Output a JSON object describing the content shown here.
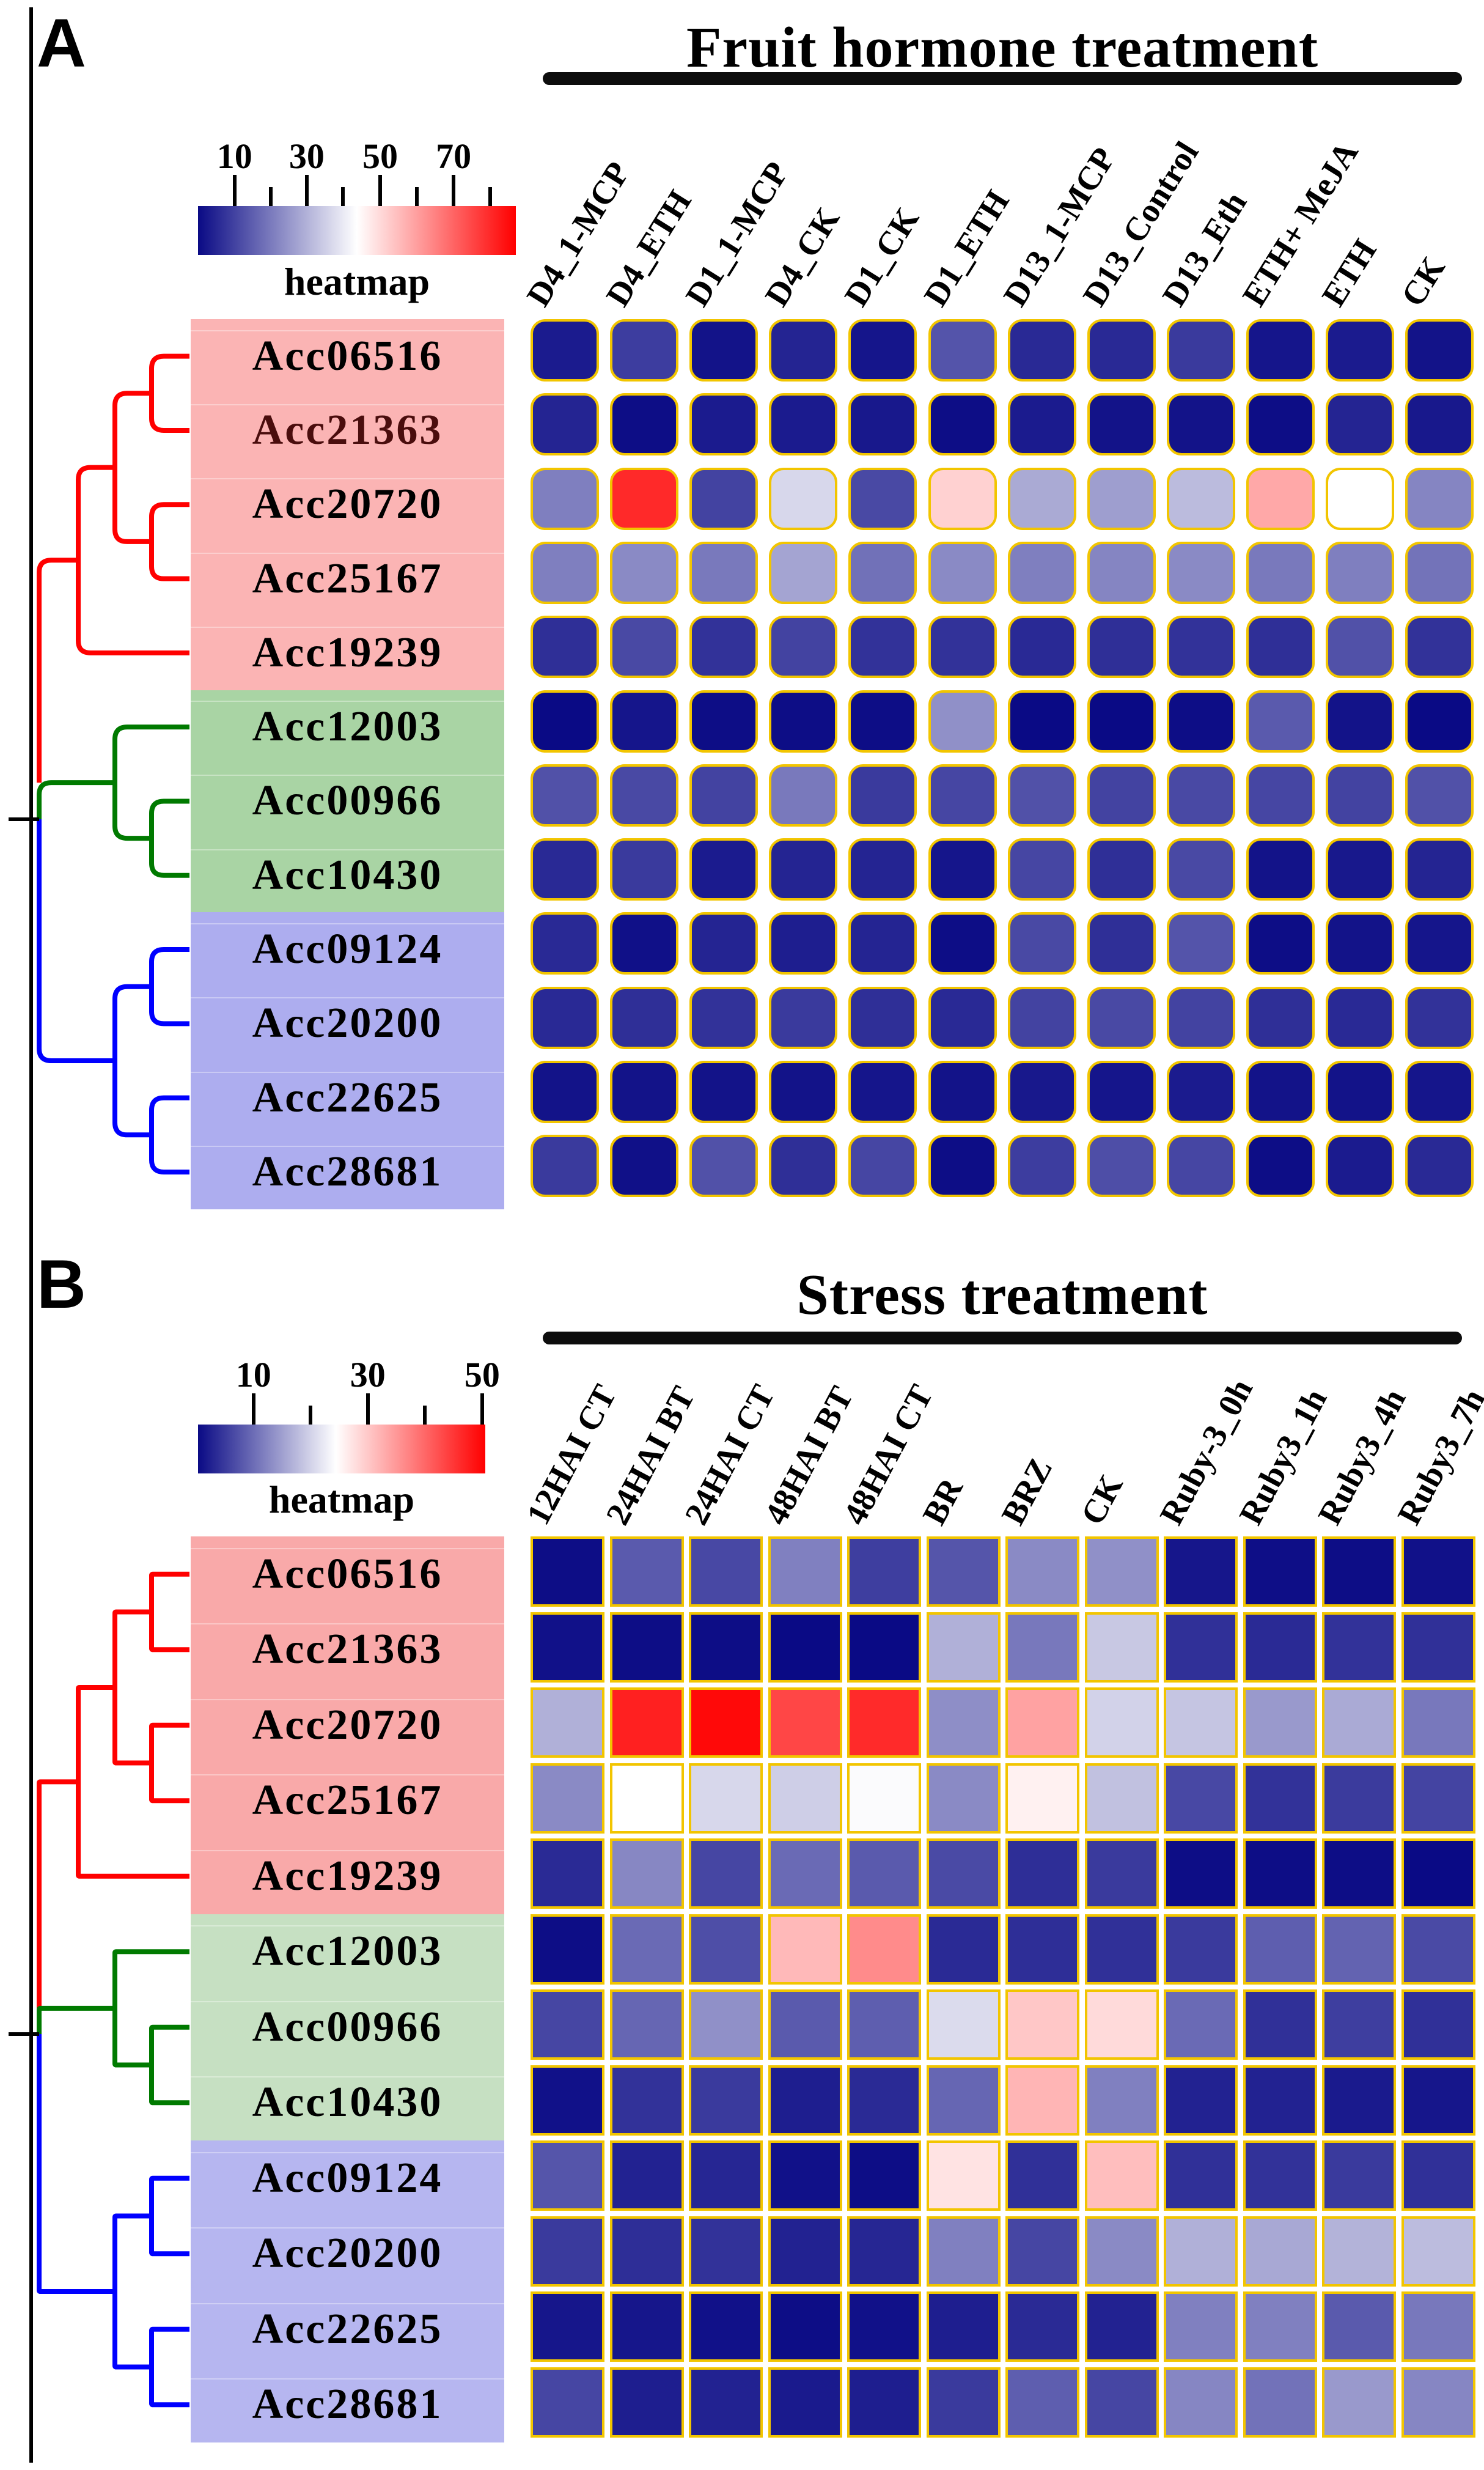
{
  "figure_type": "clustered heatmap figure, two panels",
  "colors": {
    "cell_border": "#F2C500",
    "scale_low": "#0A0A85",
    "scale_mid": "#FFFFFF",
    "scale_high": "#FF0000",
    "root_tick": "#000000"
  },
  "rows_tree": {
    "red_cluster_rows": [
      "Acc06516",
      "Acc21363",
      "Acc20720",
      "Acc25167",
      "Acc19239"
    ],
    "green_cluster_rows": [
      "Acc12003",
      "Acc00966",
      "Acc10430"
    ],
    "blue_cluster_rows": [
      "Acc09124",
      "Acc20200",
      "Acc22625",
      "Acc28681"
    ],
    "topology": "root -> (red, (green, blue)); red=(((Acc06516,Acc21363),(Acc20720,Acc25167)),Acc19239); green=(Acc12003,(Acc00966,Acc10430)); blue=((Acc09124,Acc20200),(Acc22625,Acc28681))"
  },
  "chart_data": [
    {
      "type": "heatmap",
      "panel_label": "A",
      "title": "Fruit hormone treatment",
      "legend_label": "heatmap",
      "legend": {
        "tick_values": [
          10,
          20,
          30,
          40,
          50,
          60,
          70,
          80
        ],
        "tick_pcts": [
          11.5,
          22.9,
          34.2,
          45.6,
          57.3,
          68.8,
          80.4,
          91.9
        ],
        "labeled_values": [
          "10",
          "30",
          "50",
          "70"
        ],
        "labeled_pcts": [
          11.5,
          34.2,
          57.3,
          80.4
        ],
        "value_min": 0,
        "white_point": 43,
        "value_max": 87,
        "white_pct": 50
      },
      "columns": [
        "D4_1-MCP",
        "D4_ETH",
        "D1_1-MCP",
        "D4_CK",
        "D1_CK",
        "D1_ETH",
        "D13_1-MCP",
        "D13_Control",
        "D13_Eth",
        "ETH+ MeJA",
        "ETH",
        "CK"
      ],
      "rows": [
        "Acc06516",
        "Acc21363",
        "Acc20720",
        "Acc25167",
        "Acc19239",
        "Acc12003",
        "Acc00966",
        "Acc10430",
        "Acc09124",
        "Acc20200",
        "Acc22625",
        "Acc28681"
      ],
      "row_label_colors": [
        "#000000",
        "#4A0D0D",
        "#000000",
        "#000000",
        "#000000",
        "#000000",
        "#000000",
        "#000000",
        "#000000",
        "#000000",
        "#000000",
        "#000000"
      ],
      "row_groups": [
        {
          "branch_color": "#FF0000",
          "label_bg": "#FBB4B4",
          "row_count": 5
        },
        {
          "branch_color": "#007A00",
          "label_bg": "#A9D4A4",
          "row_count": 3
        },
        {
          "branch_color": "#0000FF",
          "label_bg": "#ADADEF",
          "row_count": 4
        }
      ],
      "values": [
        [
          3,
          9,
          1.5,
          4.5,
          2,
          13,
          5.5,
          5.5,
          8.5,
          2,
          3,
          1.5
        ],
        [
          4.5,
          0.5,
          3,
          3,
          2.5,
          0.5,
          3,
          1.5,
          1.5,
          0.5,
          4.5,
          2.5
        ],
        [
          20.5,
          80,
          10,
          36,
          11,
          51,
          28,
          26,
          31,
          58,
          43,
          21.5
        ],
        [
          20.5,
          22.5,
          19.5,
          27,
          18,
          22.5,
          20.5,
          21.5,
          22.5,
          19.5,
          20.5,
          18.5
        ],
        [
          6.5,
          11,
          7,
          10,
          7,
          7,
          5.5,
          6.5,
          7,
          6.5,
          12.5,
          7
        ],
        [
          0,
          2,
          0.5,
          0.5,
          0.5,
          23.5,
          0,
          0,
          0.5,
          14,
          1.5,
          0
        ],
        [
          12.5,
          11,
          10,
          19.5,
          8.5,
          10.5,
          12.5,
          10,
          11,
          10.5,
          10,
          12.5
        ],
        [
          5.5,
          8.5,
          3,
          4.5,
          4.5,
          2,
          10.5,
          6.5,
          11,
          1.5,
          2.5,
          4.5
        ],
        [
          5.5,
          1,
          4.5,
          3.5,
          4.5,
          0.5,
          11,
          6.5,
          13,
          0.5,
          1.5,
          2
        ],
        [
          5.5,
          6.5,
          7,
          8.5,
          6.5,
          5.5,
          10,
          11,
          10,
          6.5,
          5.5,
          7
        ],
        [
          1.5,
          1.5,
          1.5,
          1.5,
          2,
          1.5,
          2.5,
          2,
          3,
          1.5,
          1.5,
          2
        ],
        [
          8.5,
          1,
          12.5,
          6.5,
          10.5,
          0.5,
          9,
          12,
          10.5,
          0.5,
          3,
          5.5
        ]
      ]
    },
    {
      "type": "heatmap",
      "panel_label": "B",
      "title": "Stress treatment",
      "legend_label": "heatmap",
      "legend": {
        "tick_values": [
          10,
          20,
          30,
          40,
          50
        ],
        "tick_pcts": [
          19.3,
          39.2,
          59.1,
          79.0,
          98.9
        ],
        "labeled_values": [
          "10",
          "30",
          "50"
        ],
        "labeled_pcts": [
          19.3,
          59.1,
          98.9
        ],
        "value_min": 0,
        "white_point": 27.5,
        "value_max": 55,
        "white_pct": 48
      },
      "columns": [
        "12HAI CT",
        "24HAI BT",
        "24HAI CT",
        "48HAI BT",
        "48HAI CT",
        "BR",
        "BRZ",
        "CK",
        "Ruby-3_0h",
        "Ruby3_1h",
        "Ruby3_4h",
        "Ruby3_7h"
      ],
      "rows": [
        "Acc06516",
        "Acc21363",
        "Acc20720",
        "Acc25167",
        "Acc19239",
        "Acc12003",
        "Acc00966",
        "Acc10430",
        "Acc09124",
        "Acc20200",
        "Acc22625",
        "Acc28681"
      ],
      "row_label_colors": [
        "#000000",
        "#000000",
        "#000000",
        "#000000",
        "#000000",
        "#000000",
        "#000000",
        "#000000",
        "#000000",
        "#000000",
        "#000000",
        "#000000"
      ],
      "row_groups": [
        {
          "branch_color": "#FF0000",
          "label_bg": "#F9A9A9",
          "row_count": 5
        },
        {
          "branch_color": "#007A00",
          "label_bg": "#C6E0C2",
          "row_count": 3
        },
        {
          "branch_color": "#0000FF",
          "label_bg": "#B6B6F0",
          "row_count": 4
        }
      ],
      "values": [
        [
          0.3,
          9,
          7,
          13.2,
          5.8,
          8.4,
          14.4,
          15,
          1.3,
          0.5,
          0.3,
          0.8
        ],
        [
          0.8,
          0.3,
          0.3,
          0,
          0,
          18.6,
          12.3,
          21.3,
          4.3,
          3.6,
          4.5,
          4.3
        ],
        [
          18.6,
          51.5,
          54,
          47.5,
          50.5,
          14.8,
          37.5,
          22.5,
          21,
          16,
          18,
          12.3
        ],
        [
          14.4,
          27.5,
          23,
          22,
          27,
          14.4,
          29,
          20.5,
          7,
          4.5,
          5.5,
          6.5
        ],
        [
          3.6,
          14,
          6.7,
          10.8,
          9,
          7.2,
          4,
          5.4,
          0.3,
          0.3,
          0.3,
          0
        ],
        [
          0.3,
          10.8,
          7.6,
          35,
          40,
          3.6,
          4,
          4.3,
          5.4,
          9.4,
          10,
          7.2
        ],
        [
          6.7,
          10.3,
          15,
          9,
          9.4,
          23.5,
          33.5,
          31.5,
          10.8,
          4.3,
          5.8,
          4.3
        ],
        [
          0.8,
          4.5,
          5.4,
          2.2,
          3.6,
          10.3,
          35.5,
          13.2,
          2.7,
          2.7,
          1.8,
          1.3
        ],
        [
          8.4,
          2.7,
          3.1,
          0.8,
          0.3,
          30.5,
          4.3,
          34.5,
          4.3,
          4.5,
          5.4,
          4.3
        ],
        [
          5.4,
          4,
          4.5,
          2.7,
          3.1,
          13.2,
          6.7,
          14.4,
          18.6,
          17.7,
          19,
          20
        ],
        [
          1.3,
          1.3,
          0.8,
          0.3,
          0.8,
          2.2,
          3.6,
          2.7,
          13.2,
          13.2,
          9,
          12.3
        ],
        [
          6.7,
          2.2,
          2.7,
          1.8,
          2.2,
          5.4,
          9.4,
          6.7,
          13.9,
          11.7,
          16,
          13.9
        ]
      ]
    }
  ]
}
